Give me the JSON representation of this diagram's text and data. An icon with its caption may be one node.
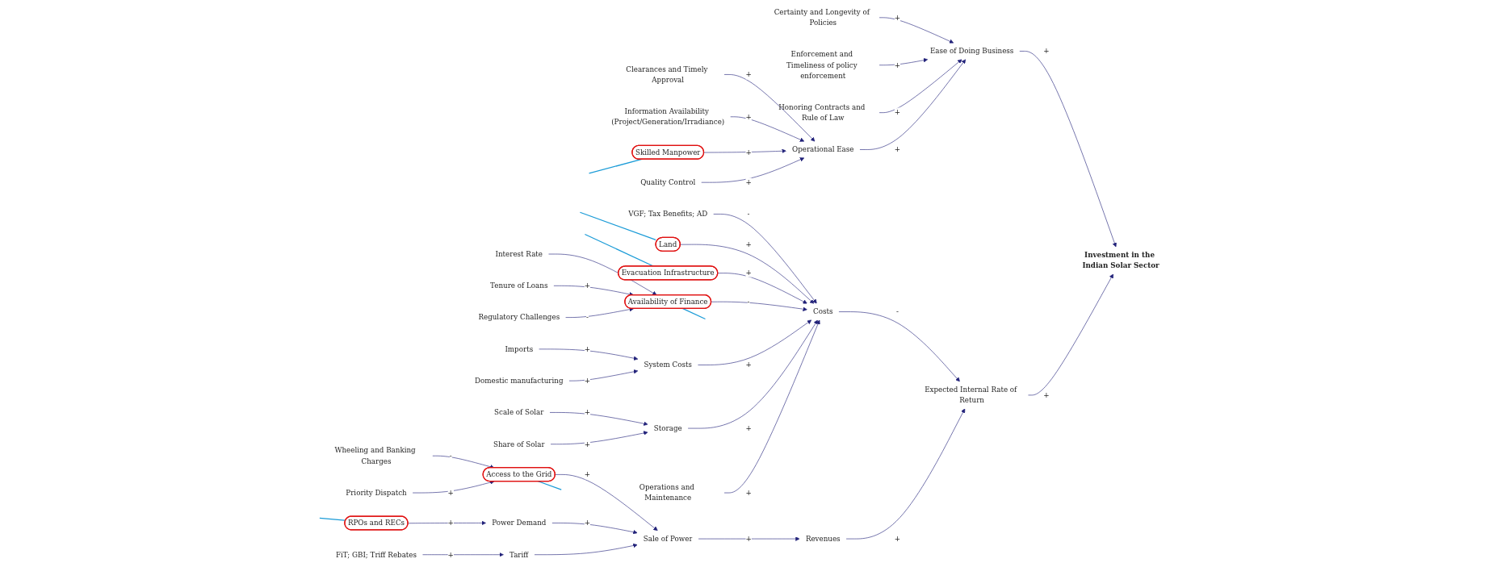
{
  "diagram": {
    "nodes": [
      {
        "text": [
          "Certainty and Longevity of Policies"
        ]
      },
      {
        "text": [
          "Enforcement and Timeliness of policy enforcement"
        ]
      },
      {
        "text": [
          "Honoring Contracts and Rule of Law"
        ]
      },
      {
        "text": [
          "Ease of Doing Business"
        ]
      },
      {
        "text": [
          "Investment in the Indian Solar Sector"
        ]
      },
      {
        "text": [
          "Expected Internal Rate of Return"
        ]
      },
      {
        "text": [
          "Clearances and Timely Approval"
        ]
      },
      {
        "text": [
          "Information Availability (Project/Generation/Irradiance)"
        ]
      },
      {
        "text": [
          "Operational Ease"
        ]
      },
      {
        "text": [
          "Skilled Manpower"
        ]
      },
      {
        "text": [
          "Quality Control"
        ]
      },
      {
        "text": [
          "VGF; Tax Benefits; AD"
        ]
      },
      {
        "text": [
          "Land"
        ]
      },
      {
        "text": [
          "Evacuation Infrastructure"
        ]
      },
      {
        "text": [
          "Interest Rate"
        ]
      },
      {
        "text": [
          "Tenure of Loans"
        ]
      },
      {
        "text": [
          "Regulatory Challenges"
        ]
      },
      {
        "text": [
          "Availability of Finance"
        ]
      },
      {
        "text": [
          "Costs"
        ]
      },
      {
        "text": [
          "Imports"
        ]
      },
      {
        "text": [
          "System Costs"
        ]
      },
      {
        "text": [
          "Domestic manufacturing"
        ]
      },
      {
        "text": [
          "Storage"
        ]
      },
      {
        "text": [
          "Scale of Solar"
        ]
      },
      {
        "text": [
          "Share of Solar"
        ]
      },
      {
        "text": [
          "Operations and Maintenance"
        ]
      },
      {
        "text": [
          "Wheeling and Banking Charges"
        ]
      },
      {
        "text": [
          "Access to the Grid"
        ]
      },
      {
        "text": [
          "Priority Dispatch"
        ]
      },
      {
        "text": [
          "Revenues"
        ]
      },
      {
        "text": [
          "Sale of Power"
        ]
      },
      {
        "text": [
          "Power Demand"
        ]
      },
      {
        "text": [
          "RPOs and RECs"
        ]
      },
      {
        "text": [
          "Tariff"
        ]
      },
      {
        "text": [
          "FiT; GBI; Triff Rebates"
        ]
      }
    ],
    "edges": [
      {
        "from": 0,
        "to": 3,
        "arrow": "to",
        "label": "+"
      },
      {
        "from": 1,
        "to": 3,
        "arrow": "to",
        "label": "+"
      },
      {
        "from": 2,
        "to": 3,
        "arrow": "to",
        "label": "+"
      },
      {
        "from": 3,
        "to": 4,
        "arrow": "to",
        "label": "+"
      },
      {
        "from": 5,
        "to": 4,
        "arrow": "to",
        "label": "+"
      },
      {
        "from": 18,
        "to": 5,
        "arrow": "to",
        "label": "-"
      },
      {
        "from": 6,
        "to": 8,
        "arrow": "to",
        "label": "+"
      },
      {
        "from": 7,
        "to": 8,
        "arrow": "to",
        "label": "+"
      },
      {
        "from": 9,
        "to": 8,
        "arrow": "to",
        "label": "+"
      },
      {
        "from": 10,
        "to": 8,
        "arrow": "to",
        "label": "+"
      },
      {
        "from": 8,
        "to": 3,
        "arrow": "to",
        "label": "+"
      },
      {
        "from": 11,
        "to": 18,
        "arrow": "to",
        "label": "-"
      },
      {
        "from": 12,
        "to": 18,
        "arrow": "to",
        "label": "+"
      },
      {
        "from": 13,
        "to": 18,
        "arrow": "to",
        "label": "+"
      },
      {
        "from": 17,
        "to": 18,
        "arrow": "to",
        "label": "-"
      },
      {
        "from": 20,
        "to": 18,
        "arrow": "to",
        "label": "+"
      },
      {
        "from": 22,
        "to": 18,
        "arrow": "to",
        "label": "+"
      },
      {
        "from": 25,
        "to": 18,
        "arrow": "to",
        "label": "+"
      },
      {
        "from": 14,
        "to": 17,
        "arrow": "to"
      },
      {
        "from": 15,
        "to": 17,
        "arrow": "to",
        "label": "+"
      },
      {
        "from": 16,
        "to": 17,
        "arrow": "to",
        "label": "-"
      },
      {
        "from": 19,
        "to": 20,
        "arrow": "to",
        "label": "+"
      },
      {
        "from": 21,
        "to": 20,
        "arrow": "to",
        "label": "+"
      },
      {
        "from": 23,
        "to": 22,
        "arrow": "to",
        "label": "+"
      },
      {
        "from": 24,
        "to": 22,
        "arrow": "to",
        "label": "+"
      },
      {
        "from": 26,
        "to": 27,
        "arrow": "to",
        "label": "-"
      },
      {
        "from": 28,
        "to": 27,
        "arrow": "to",
        "label": "+"
      },
      {
        "from": 27,
        "to": 30,
        "arrow": "to",
        "label": "+"
      },
      {
        "from": 31,
        "to": 30,
        "arrow": "to",
        "label": "+"
      },
      {
        "from": 33,
        "to": 30,
        "arrow": "to"
      },
      {
        "from": 30,
        "to": 29,
        "arrow": "to",
        "label": "+"
      },
      {
        "from": 29,
        "to": 5,
        "arrow": "to",
        "label": "+"
      },
      {
        "from": 32,
        "to": 31,
        "arrow": "to",
        "label": "+"
      },
      {
        "from": 34,
        "to": 33,
        "arrow": "to",
        "label": "+"
      },
      {
        "from": null,
        "to": 12,
        "arrow": "none",
        "color": "#1a9bd7"
      },
      {
        "from": null,
        "to": 13,
        "arrow": "none",
        "color": "#1a9bd7"
      },
      {
        "from": null,
        "to": 17,
        "arrow": "none",
        "color": "#1a9bd7"
      },
      {
        "from": null,
        "to": 9,
        "arrow": "none",
        "color": "#1a9bd7"
      },
      {
        "from": null,
        "to": 27,
        "arrow": "none",
        "color": "#1a9bd7"
      },
      {
        "from": null,
        "to": 32,
        "arrow": "none",
        "color": "#1a9bd7"
      }
    ]
  }
}
